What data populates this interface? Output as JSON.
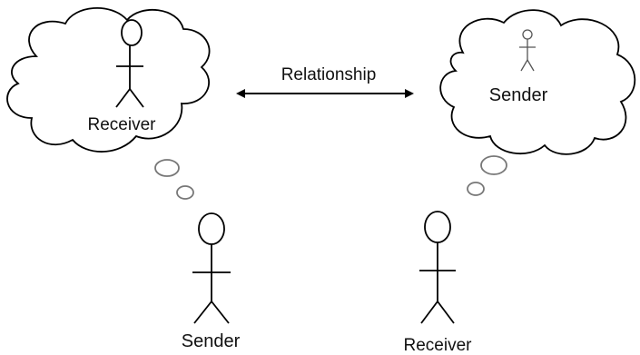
{
  "diagram": {
    "left_thought": {
      "bubble_figure": "Receiver",
      "thinker": "Sender"
    },
    "right_thought": {
      "bubble_figure": "Sender",
      "thinker": "Receiver"
    },
    "relationship_label": "Relationship"
  },
  "colors": {
    "stroke": "#000000",
    "text": "#111111",
    "background": "#ffffff"
  }
}
